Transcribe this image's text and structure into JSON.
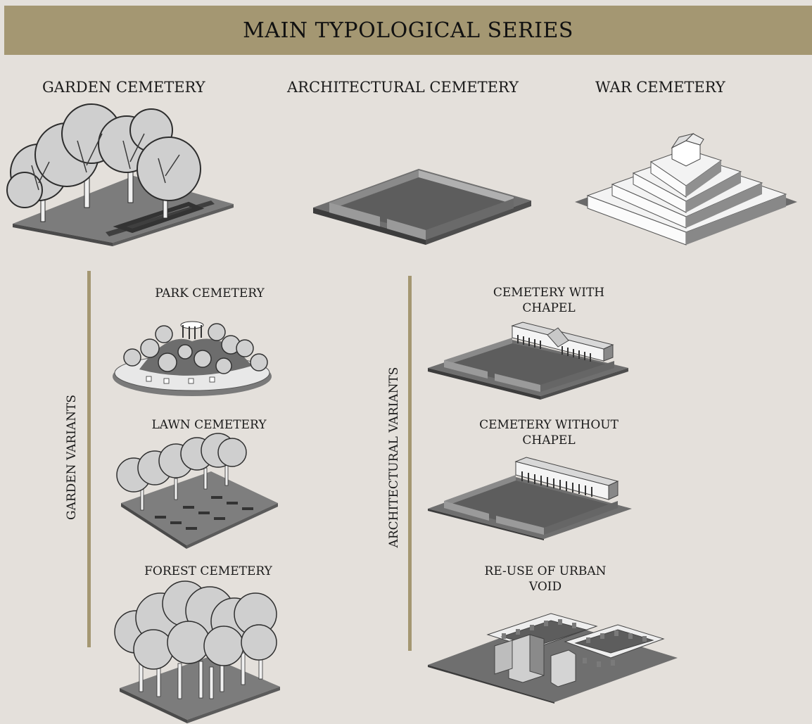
{
  "header": {
    "title": "MAIN TYPOLOGICAL SERIES"
  },
  "series": {
    "garden": "GARDEN CEMETERY",
    "architectural": "ARCHITECTURAL  CEMETERY",
    "war": "WAR CEMETERY"
  },
  "garden_variants": {
    "axis_label": "GARDEN VARIANTS",
    "park": "PARK CEMETERY",
    "lawn": "LAWN CEMETERY",
    "forest": "FOREST CEMETERY"
  },
  "architectural_variants": {
    "axis_label": "ARCHITECTURAL VARIANTS",
    "with_chapel_1": "CEMETERY WITH",
    "with_chapel_2": "CHAPEL",
    "without_chapel_1": "CEMETERY WITHOUT",
    "without_chapel_2": "CHAPEL",
    "urban_void_1": "RE-USE OF URBAN",
    "urban_void_2": "VOID"
  },
  "colors": {
    "accent": "#a49772",
    "background": "#e4e0db",
    "ground": "#7a7a7a",
    "wall": "#555555"
  }
}
